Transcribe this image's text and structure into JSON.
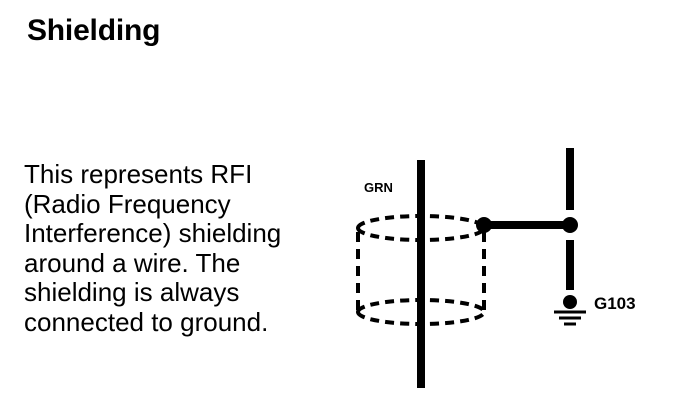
{
  "title": "Shielding",
  "description": {
    "lines": [
      "This represents RFI",
      "(Radio Frequency",
      "Interference) shielding",
      "around a wire. The",
      "shielding is always",
      "connected to ground."
    ]
  },
  "diagram": {
    "wire_label": "GRN",
    "ground_label": "G103",
    "ink_color": "#000000"
  }
}
